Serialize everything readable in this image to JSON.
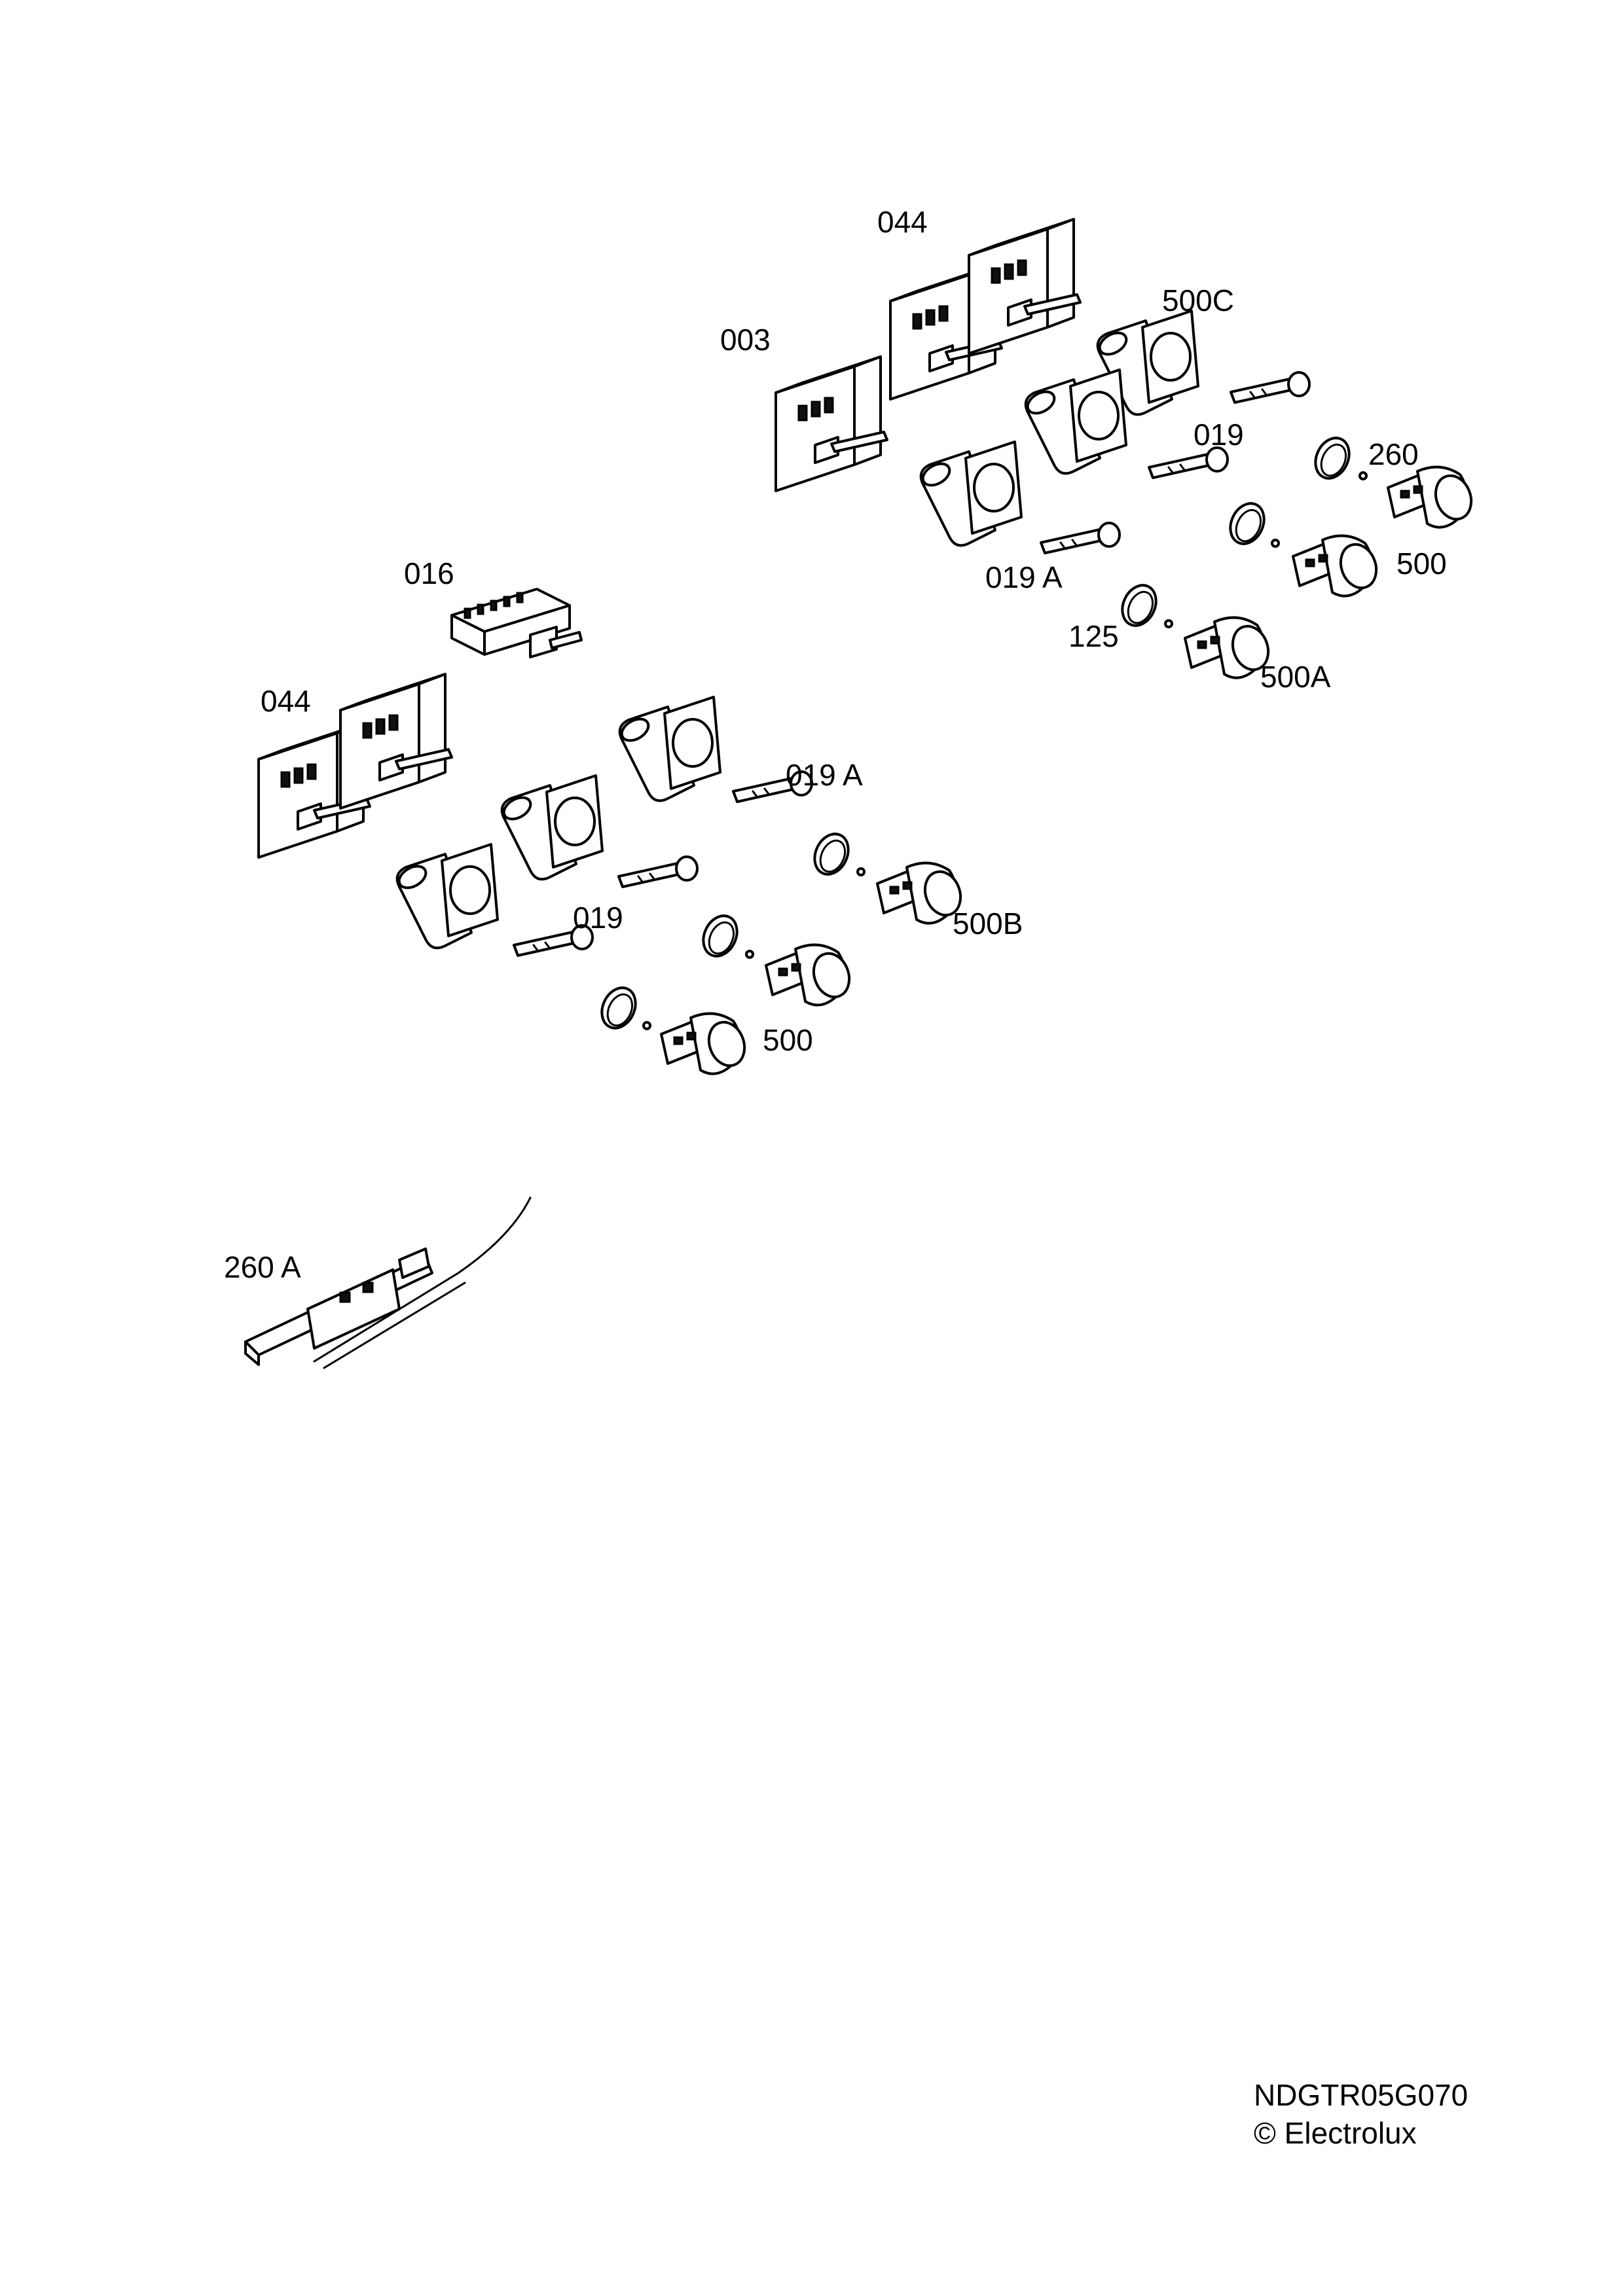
{
  "labels": {
    "l044_top": "044",
    "l003": "003",
    "l500C": "500C",
    "l019_top": "019",
    "l260": "260",
    "l500_top": "500",
    "l019A_top": "019 A",
    "l125": "125",
    "l500A": "500A",
    "l016": "016",
    "l044_left": "044",
    "l019A_mid": "019 A",
    "l500B": "500B",
    "l019_mid": "019",
    "l500_mid": "500",
    "l260A": "260 A"
  },
  "footer": {
    "code": "NDGTR05G070",
    "copyright": "© Electrolux"
  }
}
